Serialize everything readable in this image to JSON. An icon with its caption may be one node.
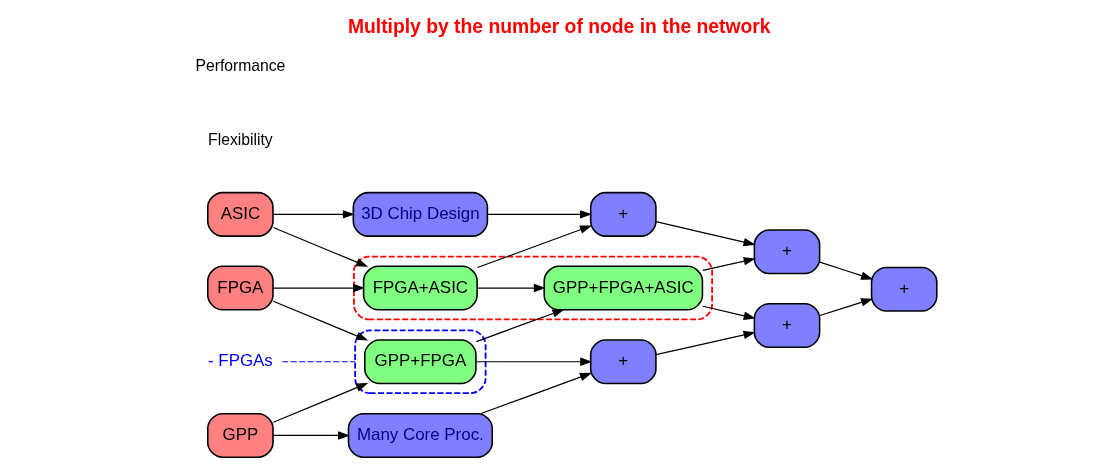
{
  "diagram": {
    "title": "Multiply by the number of node in the network",
    "nodes": [
      {
        "text": [
          "Many Core Proc."
        ]
      },
      {
        "text": [
          "+"
        ]
      },
      {
        "text": [
          "+"
        ]
      },
      {
        "text": [
          "+"
        ]
      },
      {
        "text": [
          "GPP"
        ]
      },
      {
        "text": [],
        "shape": "box"
      },
      {
        "text": [
          "GPP+FPGA"
        ],
        "in": 5
      },
      {
        "text": [],
        "shape": "box"
      },
      {
        "text": [
          "GPP+FPGA+ASIC"
        ],
        "in": 7
      },
      {
        "text": [
          "+"
        ]
      },
      {
        "text": [
          "FPGA"
        ]
      },
      {
        "text": [
          "FPGA+ASIC"
        ],
        "in": 7
      },
      {
        "text": [
          "+"
        ]
      },
      {
        "text": [
          "ASIC"
        ]
      },
      {
        "text": [
          "3D Chip Design"
        ]
      },
      {
        "text": [
          "- FPGAs"
        ]
      }
    ],
    "edges": [
      {
        "from": 4,
        "to": 0,
        "arrow": "to"
      },
      {
        "from": 0,
        "to": 1,
        "arrow": "to"
      },
      {
        "from": 1,
        "to": 2,
        "arrow": "to"
      },
      {
        "from": 2,
        "to": 3,
        "arrow": "to"
      },
      {
        "from": 6,
        "to": 1,
        "arrow": "to"
      },
      {
        "from": 8,
        "to": 2,
        "arrow": "to"
      },
      {
        "from": 4,
        "to": 6,
        "arrow": "to"
      },
      {
        "from": 6,
        "to": 8,
        "arrow": "to"
      },
      {
        "from": 8,
        "to": 9,
        "arrow": "to"
      },
      {
        "from": 9,
        "to": 3,
        "arrow": "to"
      },
      {
        "from": 10,
        "to": 6,
        "arrow": "to"
      },
      {
        "from": 10,
        "to": 11,
        "arrow": "to"
      },
      {
        "from": 11,
        "to": 8,
        "arrow": "to"
      },
      {
        "from": 11,
        "to": 12,
        "arrow": "to"
      },
      {
        "from": 12,
        "to": 9,
        "arrow": "to"
      },
      {
        "from": 13,
        "to": 11,
        "arrow": "to"
      },
      {
        "from": 13,
        "to": 14,
        "arrow": "to"
      },
      {
        "from": 14,
        "to": 12,
        "arrow": "to"
      },
      {
        "from": 15,
        "to": 5,
        "arrow": "none",
        "style": "dashed",
        "color": "#0000ff"
      }
    ],
    "labels": [
      "Flexibility",
      "Performance"
    ]
  }
}
